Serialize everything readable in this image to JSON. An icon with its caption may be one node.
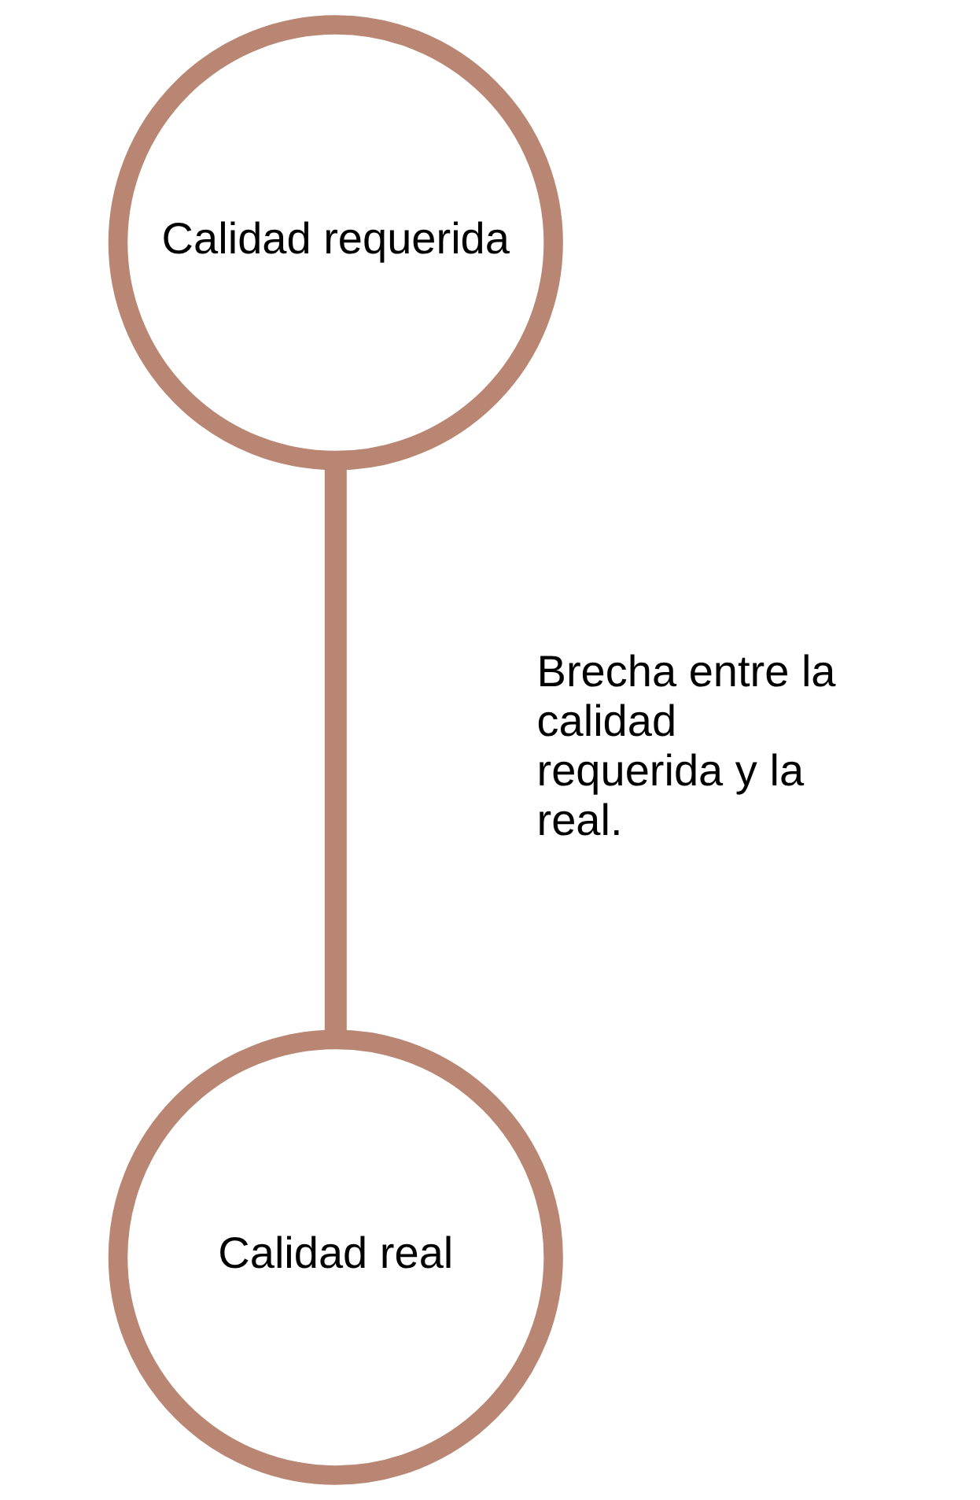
{
  "diagram": {
    "nodes": [
      {
        "text": [
          "Calidad requerida"
        ]
      },
      {
        "text": [
          "Calidad real"
        ]
      }
    ],
    "edges": [
      {
        "from": 0,
        "to": 1,
        "arrow": "none"
      }
    ],
    "labels": [
      "Brecha entre la calidad requerida y la real."
    ]
  }
}
